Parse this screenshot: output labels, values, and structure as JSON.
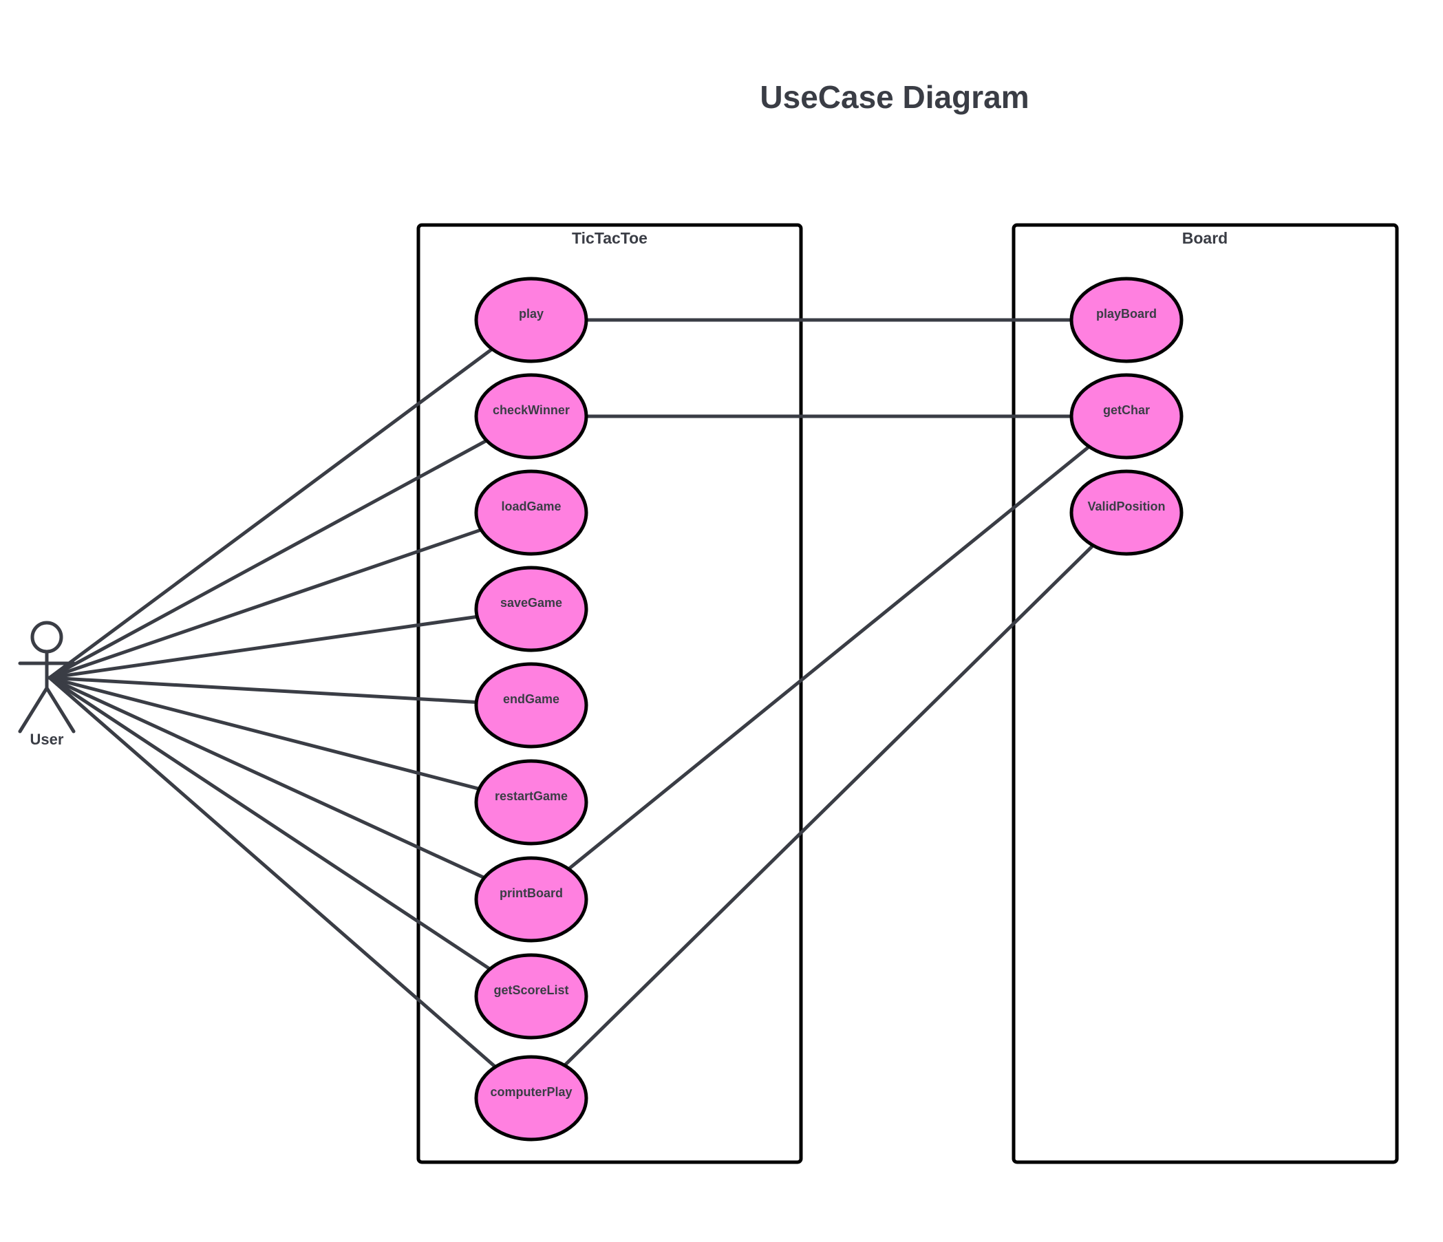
{
  "title": "UseCase Diagram",
  "colors": {
    "usecase_fill": "#ff80e0",
    "line": "#3a3d45",
    "outline": "#000000",
    "text": "#3a3d45"
  },
  "actor": {
    "name": "User"
  },
  "boundaries": [
    {
      "id": "tictactoe",
      "label": "TicTacToe"
    },
    {
      "id": "board",
      "label": "Board"
    }
  ],
  "usecases": [
    {
      "id": "play",
      "label": "play",
      "boundary": "tictactoe"
    },
    {
      "id": "checkWinner",
      "label": "checkWinner",
      "boundary": "tictactoe"
    },
    {
      "id": "loadGame",
      "label": "loadGame",
      "boundary": "tictactoe"
    },
    {
      "id": "saveGame",
      "label": "saveGame",
      "boundary": "tictactoe"
    },
    {
      "id": "endGame",
      "label": "endGame",
      "boundary": "tictactoe"
    },
    {
      "id": "restartGame",
      "label": "restartGame",
      "boundary": "tictactoe"
    },
    {
      "id": "printBoard",
      "label": "printBoard",
      "boundary": "tictactoe"
    },
    {
      "id": "getScoreList",
      "label": "getScoreList",
      "boundary": "tictactoe"
    },
    {
      "id": "computerPlay",
      "label": "computerPlay",
      "boundary": "tictactoe"
    },
    {
      "id": "playBoard",
      "label": "playBoard",
      "boundary": "board"
    },
    {
      "id": "getChar",
      "label": "getChar",
      "boundary": "board"
    },
    {
      "id": "ValidPosition",
      "label": "ValidPosition",
      "boundary": "board"
    }
  ],
  "associations": [
    {
      "from": "User",
      "to": "play"
    },
    {
      "from": "User",
      "to": "checkWinner"
    },
    {
      "from": "User",
      "to": "loadGame"
    },
    {
      "from": "User",
      "to": "saveGame"
    },
    {
      "from": "User",
      "to": "endGame"
    },
    {
      "from": "User",
      "to": "restartGame"
    },
    {
      "from": "User",
      "to": "printBoard"
    },
    {
      "from": "User",
      "to": "getScoreList"
    },
    {
      "from": "User",
      "to": "computerPlay"
    },
    {
      "from": "play",
      "to": "playBoard"
    },
    {
      "from": "checkWinner",
      "to": "getChar"
    },
    {
      "from": "printBoard",
      "to": "getChar"
    },
    {
      "from": "computerPlay",
      "to": "ValidPosition"
    }
  ]
}
